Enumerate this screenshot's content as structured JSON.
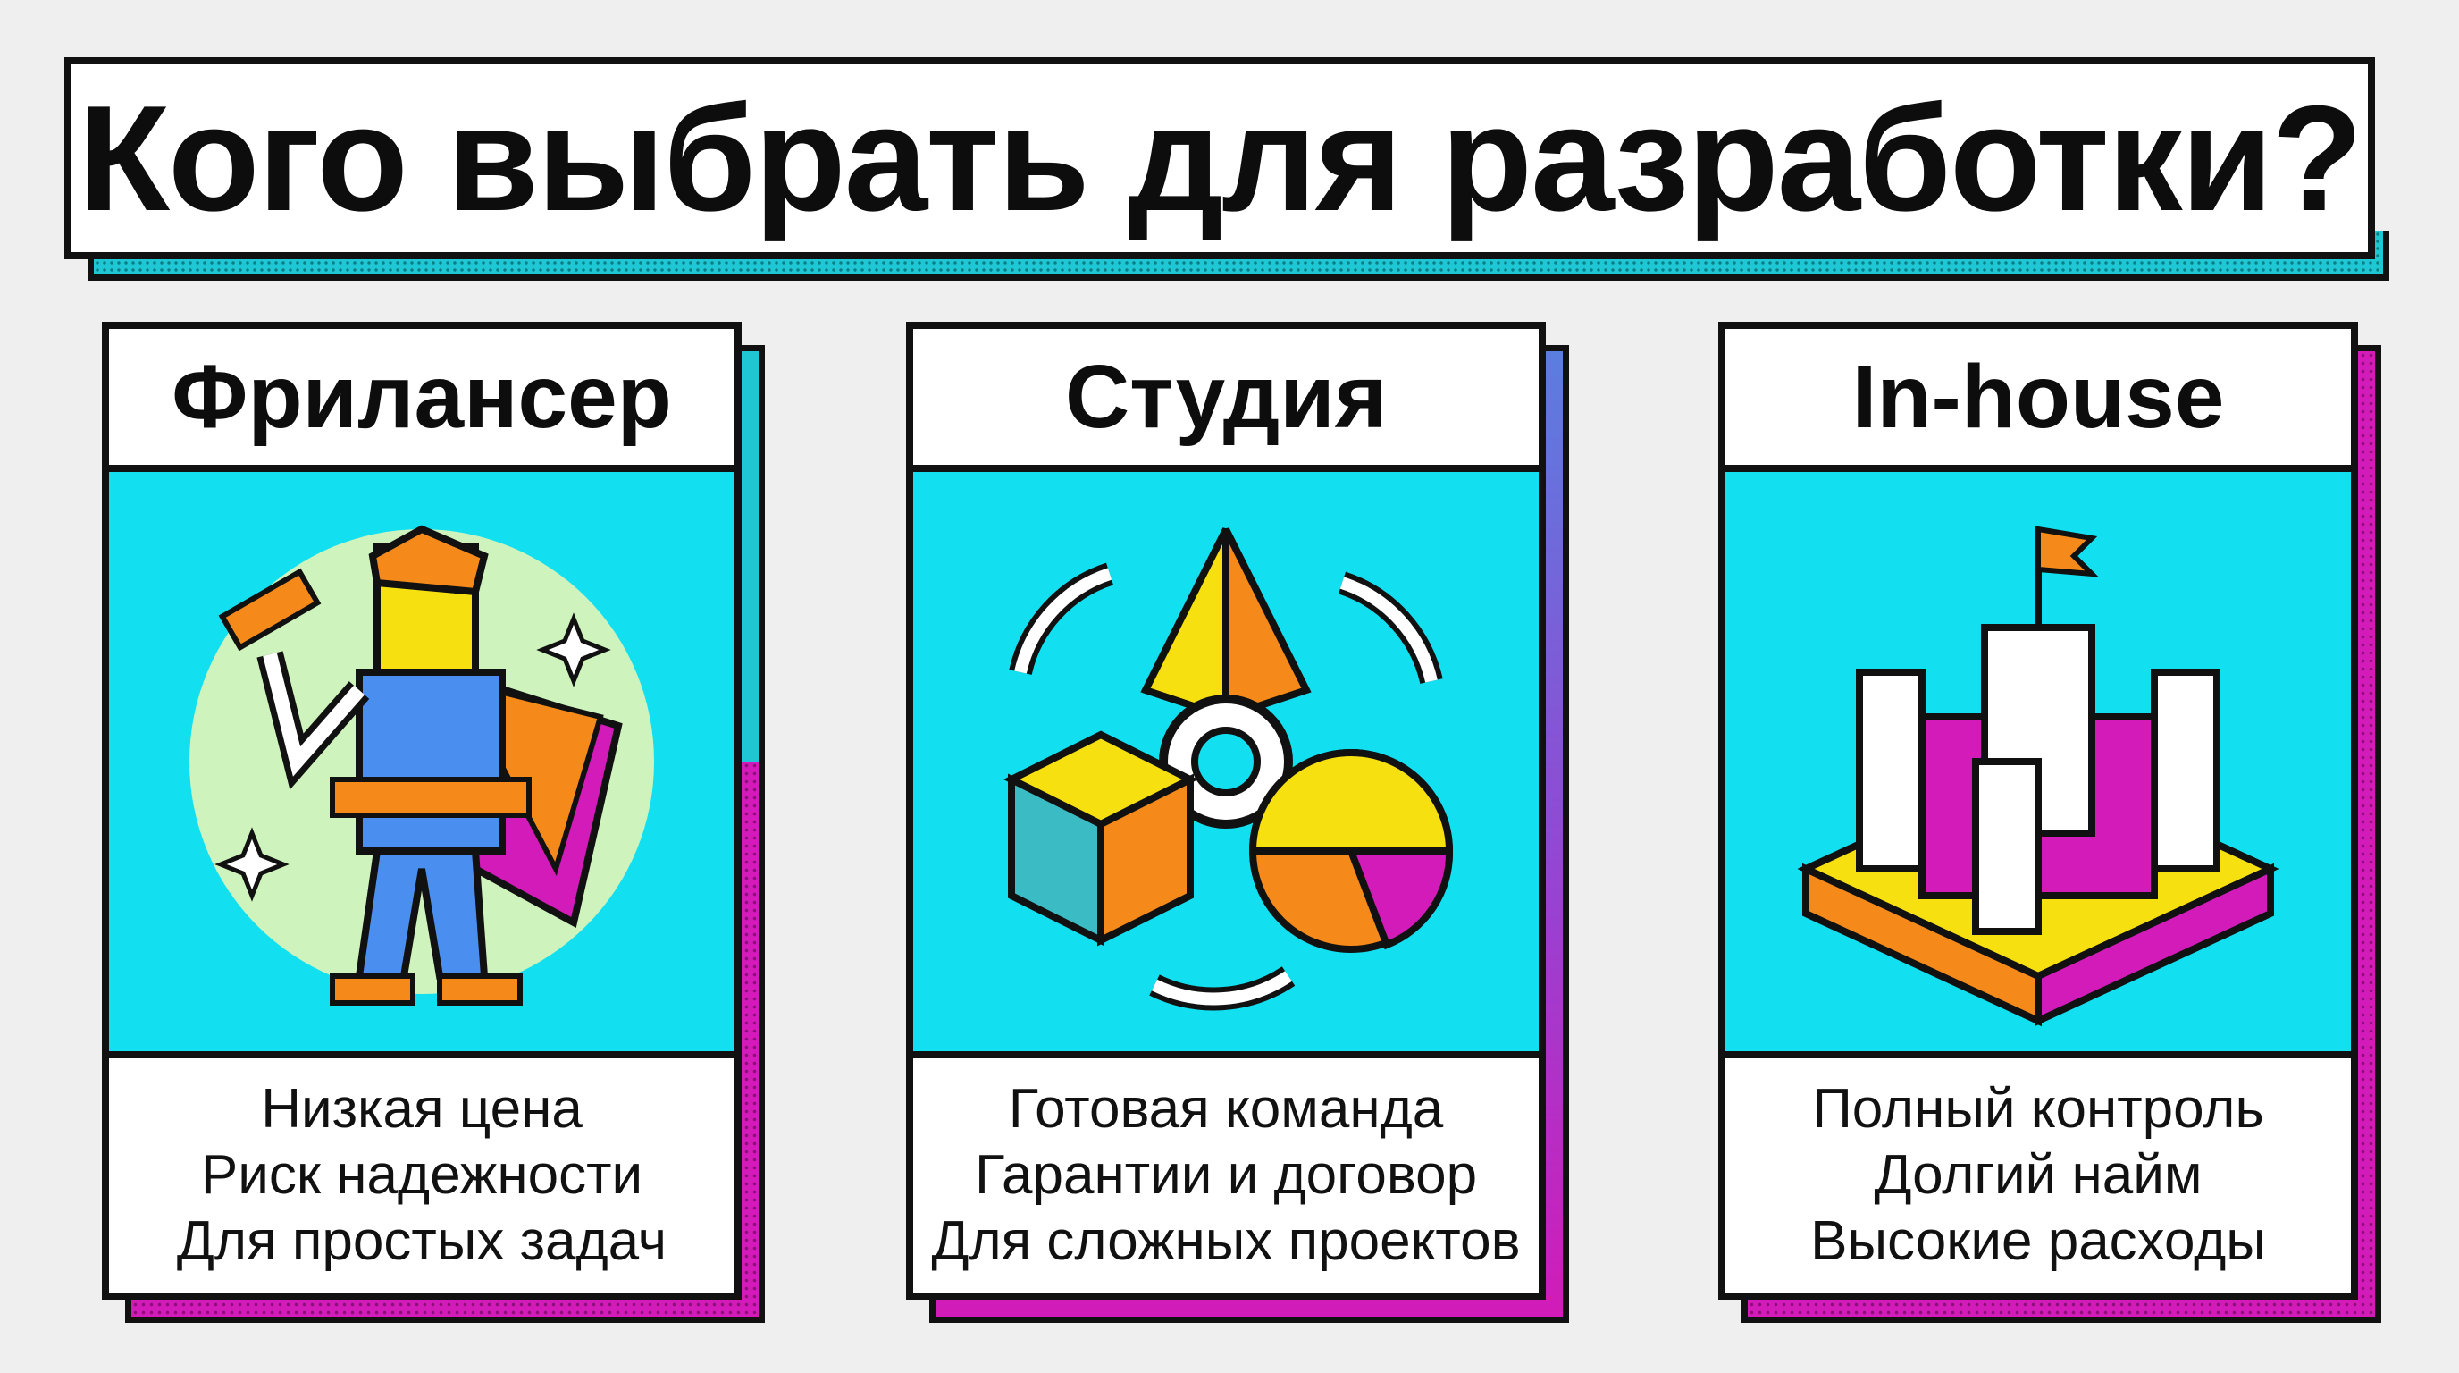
{
  "title": "Кого выбрать для разработки?",
  "cards": [
    {
      "heading": "Фрилансер",
      "illustration": "superhero-worker-icon",
      "lines": [
        "Низкая цена",
        "Риск надежности",
        "Для простых задач"
      ]
    },
    {
      "heading": "Студия",
      "illustration": "shapes-gear-cycle-icon",
      "lines": [
        "Готовая команда",
        "Гарантии и договор",
        "Для сложных проектов"
      ]
    },
    {
      "heading": "In-house",
      "illustration": "castle-blocks-icon",
      "lines": [
        "Полный контроль",
        "Долгий найм",
        "Высокие расходы"
      ]
    }
  ],
  "colors": {
    "cyan": "#12e0f0",
    "magenta": "#d21bb8",
    "yellow": "#f7e010",
    "orange": "#f58a1a"
  }
}
